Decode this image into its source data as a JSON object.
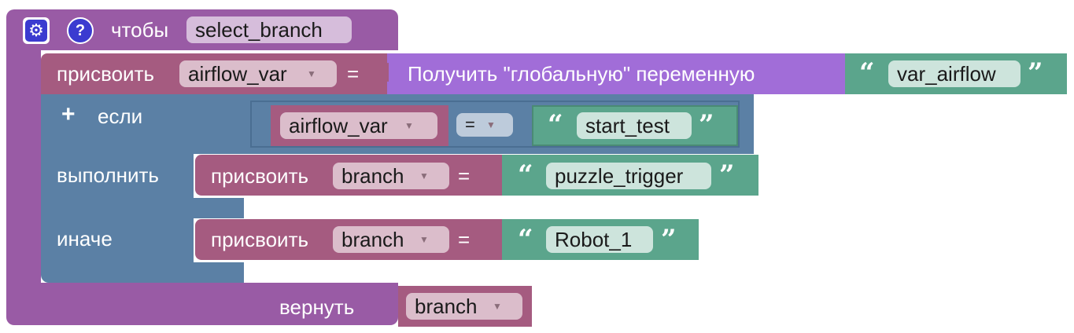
{
  "procedure": {
    "keyword": "чтобы",
    "name": "select_branch"
  },
  "set_airflow": {
    "keyword": "присвоить",
    "variable": "airflow_var",
    "eq": "=",
    "get_global": "Получить \"глобальную\" переменную",
    "text_value": "var_airflow"
  },
  "if_block": {
    "plus": "+",
    "if_label": "если",
    "do_label": "выполнить",
    "else_label": "иначе",
    "condition": {
      "left_var": "airflow_var",
      "operator": "=",
      "right_text": "start_test"
    },
    "then_stmt": {
      "keyword": "присвоить",
      "variable": "branch",
      "eq": "=",
      "text_value": "puzzle_trigger"
    },
    "else_stmt": {
      "keyword": "присвоить",
      "variable": "branch",
      "eq": "=",
      "text_value": "Robot_1"
    }
  },
  "return_block": {
    "label": "вернуть",
    "variable": "branch"
  },
  "icons": {
    "gear": "gear-icon",
    "help": "help-icon",
    "dropdown": "dropdown-arrow-icon",
    "quote_open": "open-quote-icon",
    "quote_close": "close-quote-icon"
  },
  "colors": {
    "procedure": "#995ba5",
    "variable": "#a55b80",
    "logic": "#5b80a5",
    "text": "#5ba58c",
    "global_getter": "#a16dd8"
  }
}
